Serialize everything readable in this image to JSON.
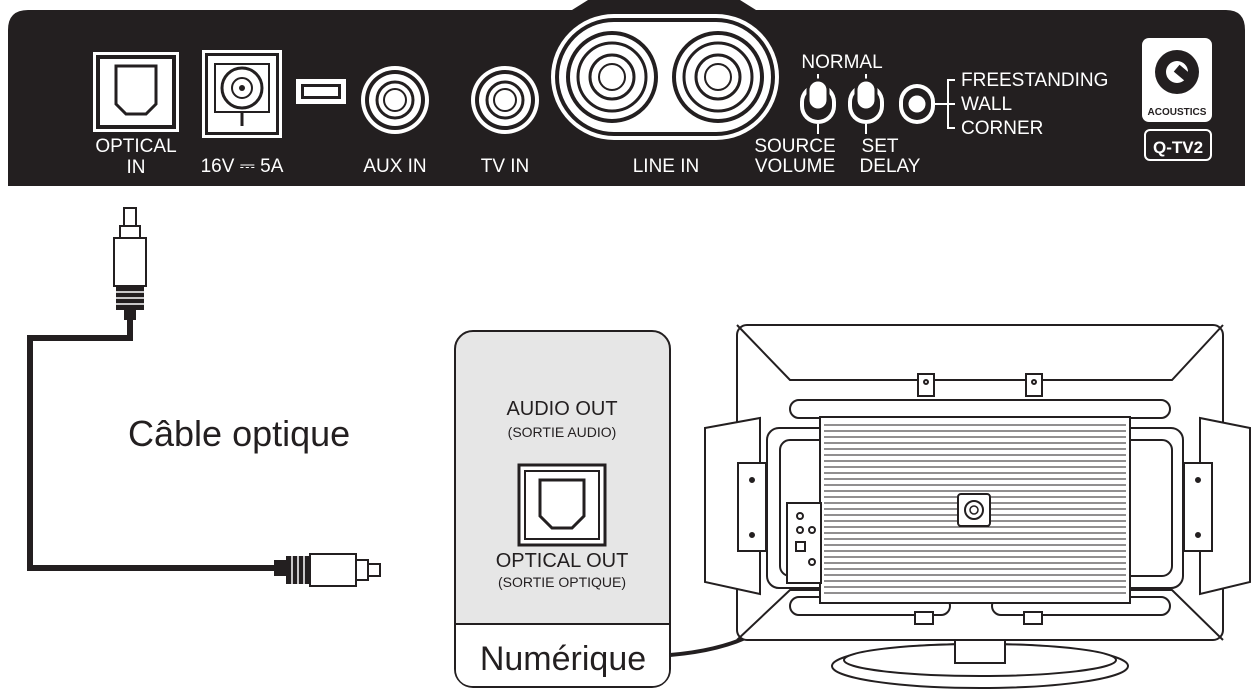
{
  "rear_panel": {
    "optical_in": [
      "OPTICAL",
      "IN"
    ],
    "power": "16V ⎓ 5A",
    "aux_in": "AUX IN",
    "tv_in": "TV IN",
    "line_in": "LINE IN",
    "switch_normal": "NORMAL",
    "switch1_label": [
      "SOURCE",
      "VOLUME"
    ],
    "switch2_label": [
      "SET",
      "DELAY"
    ],
    "placement_options": [
      "FREESTANDING",
      "WALL",
      "CORNER"
    ],
    "brand": "ACOUSTICS",
    "model": "Q-TV2"
  },
  "cable_label": "Câble optique",
  "tv_panel": {
    "audio_out": "AUDIO OUT",
    "audio_out_sub": "(SORTIE AUDIO)",
    "optical_out": "OPTICAL OUT",
    "optical_out_sub": "(SORTIE OPTIQUE)",
    "footer": "Numérique"
  },
  "colors": {
    "panel": "#231f20",
    "panel_text": "#ffffff",
    "callout_bg": "#e6e6e6",
    "stroke": "#231f20"
  }
}
